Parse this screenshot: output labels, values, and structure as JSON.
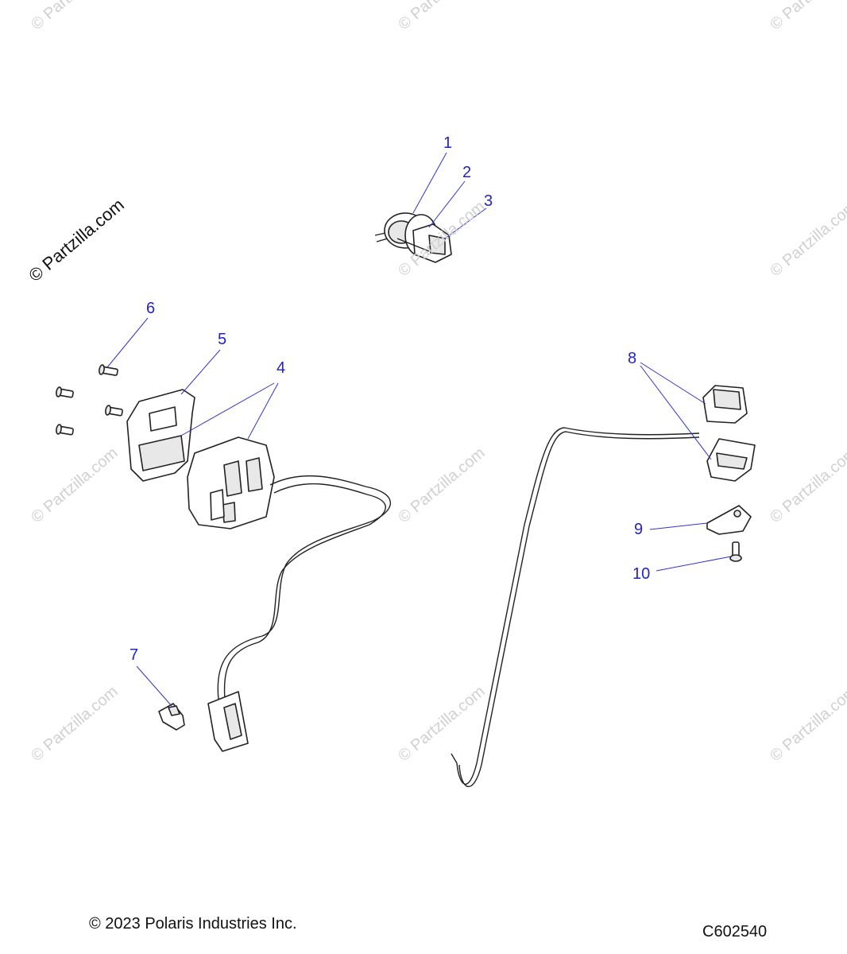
{
  "watermark": {
    "main": "© Partzilla.com",
    "faded": "© Partzilla.com"
  },
  "callouts": [
    {
      "id": "1",
      "label": "1"
    },
    {
      "id": "2",
      "label": "2"
    },
    {
      "id": "3",
      "label": "3"
    },
    {
      "id": "4",
      "label": "4"
    },
    {
      "id": "5",
      "label": "5"
    },
    {
      "id": "6",
      "label": "6"
    },
    {
      "id": "7",
      "label": "7"
    },
    {
      "id": "8",
      "label": "8"
    },
    {
      "id": "9",
      "label": "9"
    },
    {
      "id": "10",
      "label": "10"
    }
  ],
  "footer": {
    "copyright": "© 2023 Polaris Industries Inc.",
    "diagram_code": "C602540"
  },
  "colors": {
    "callout": "#2222cc",
    "line_art": "#222222",
    "watermark": "#d0d0d0"
  }
}
